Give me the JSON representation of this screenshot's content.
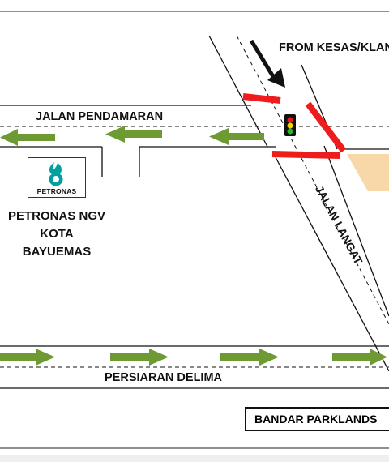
{
  "labels": {
    "from_kesas": "FROM KESAS/KLANG",
    "jalan_pendamaran": "JALAN PENDAMARAN",
    "jalan_langat": "JALAN LANGAT",
    "persiaran_delima": "PERSIARAN DELIMA",
    "bandar_parklands": "BANDAR PARKLANDS"
  },
  "station": {
    "logo_text": "PETRONAS",
    "name_line1": "PETRONAS NGV",
    "name_line2": "KOTA",
    "name_line3": "BAYUEMAS"
  },
  "icons": {
    "traffic_light": "traffic-light-icon",
    "petronas_logo": "petronas-logo-icon",
    "direction_arrow": "arrow-icon"
  },
  "colors": {
    "arrow_green": "#6e9a33",
    "junction_red": "#ee1c1c",
    "plot_beige": "#f8d7a8",
    "petronas_teal": "#00a19c",
    "road_line": "#111111"
  }
}
